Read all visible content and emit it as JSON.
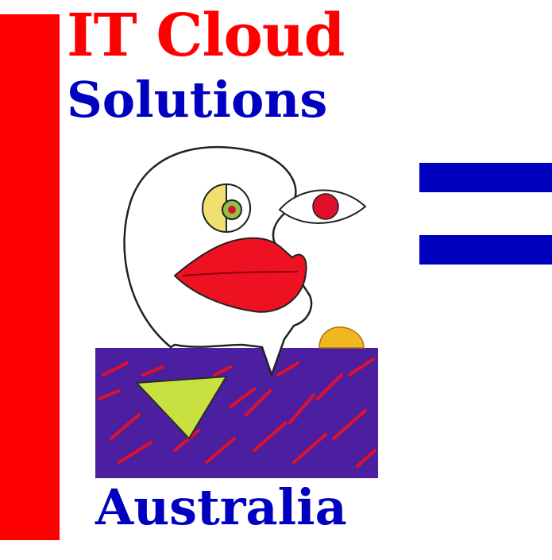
{
  "logo": {
    "line1": "IT Cloud",
    "line2": "Solutions",
    "line3": "Australia"
  },
  "colors": {
    "accent_red": "#ff0000",
    "brand_blue": "#0000c0",
    "background": "#ffffff",
    "painting_purple": "#4b1fa0"
  },
  "menu": {
    "icon": "hamburger-menu-icon"
  }
}
